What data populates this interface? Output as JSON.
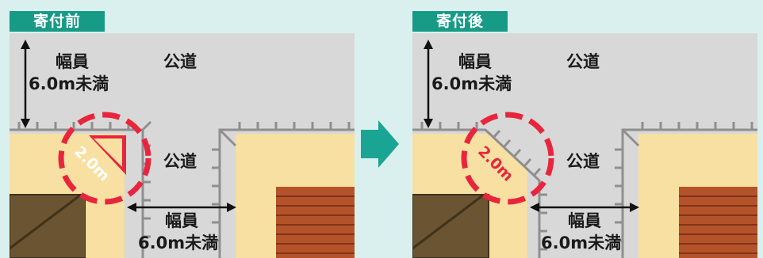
{
  "before": {
    "tag": "寄付前",
    "road_label_top": "公道",
    "road_label_side": "公道",
    "width_label_line1": "幅員",
    "width_label_line2": "6.0m未満",
    "width_label2_line1": "幅員",
    "width_label2_line2": "6.0m未満",
    "corner_label": "2.0m"
  },
  "after": {
    "tag": "寄付後",
    "road_label_top": "公道",
    "road_label_side": "公道",
    "width_label_line1": "幅員",
    "width_label_line2": "6.0m未満",
    "width_label2_line1": "幅員",
    "width_label2_line2": "6.0m未満",
    "corner_label": "2.0m"
  },
  "colors": {
    "road": "#d8d8d8",
    "lot": "#f8e0a3",
    "dashed_circle": "#e8253c",
    "triangle": "#e8253c",
    "tag_bg": "#179a86",
    "house_dark": "#6b5432",
    "house_brick": "#b4532a",
    "arrow": "#1aa493"
  }
}
